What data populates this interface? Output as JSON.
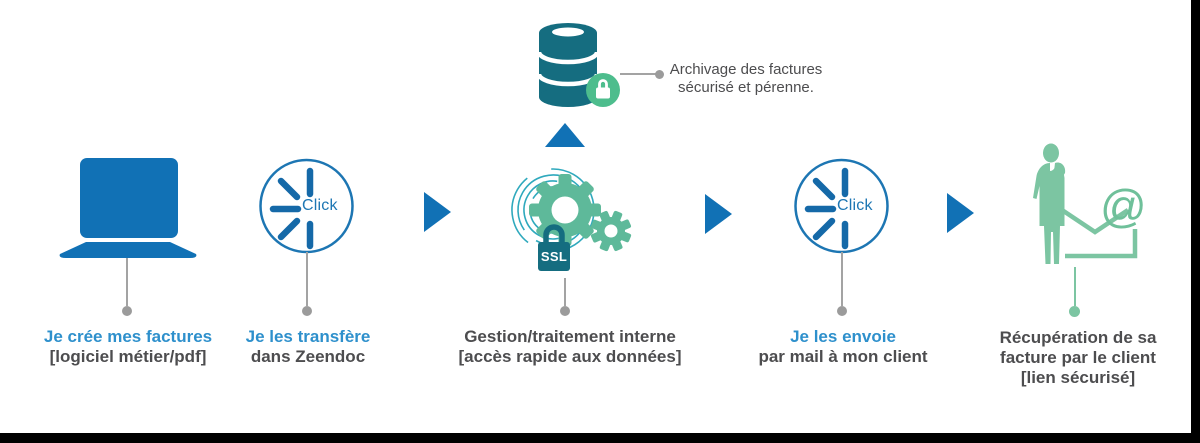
{
  "colors": {
    "blue": "#1171b5",
    "blue_text": "#2e90cc",
    "gray_text": "#4d4d4f",
    "gray_line": "#a3a3a3",
    "gear_green": "#5eb99a",
    "swirl_teal": "#2fa9bd",
    "dark_teal": "#156d80",
    "badge_green": "#4dbd8d",
    "client_green": "#7cc5a2"
  },
  "steps": [
    {
      "name": "create-invoices",
      "icon": "laptop-icon",
      "label_line1": "Je crée mes factures",
      "label_line2": "[logiciel métier/pdf]"
    },
    {
      "name": "transfer-to-zeendoc",
      "icon": "click-icon",
      "icon_text": "Click",
      "label_line1": "Je les transfère",
      "label_line2": "dans Zeendoc"
    },
    {
      "name": "internal-processing",
      "icon": "gears-ssl-icon",
      "icon_text": "SSL",
      "label_line1": "Gestion/traitement interne",
      "label_line2": "[accès rapide aux données]"
    },
    {
      "name": "send-by-mail",
      "icon": "click-icon",
      "icon_text": "Click",
      "label_line1": "Je les envoie",
      "label_line2": "par mail à mon client"
    },
    {
      "name": "client-retrieval",
      "icon": "client-mail-icon",
      "icon_text": "@",
      "label_line1": "Récupération de sa",
      "label_line2": "facture par le client",
      "label_line3": "[lien sécurisé]"
    }
  ],
  "callout": {
    "line1": "Archivage des factures",
    "line2": "sécurisé et pérenne."
  }
}
